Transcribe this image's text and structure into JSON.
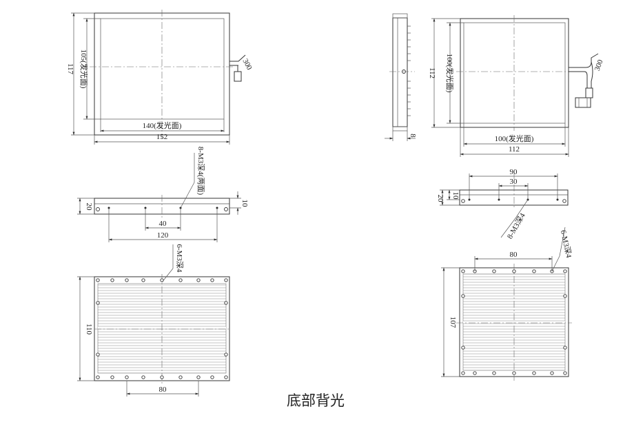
{
  "caption": "底部背光",
  "view_a_front": {
    "w_emit": "140(发光面)",
    "w_total": "152",
    "h_emit": "105(发光面)",
    "h_total": "117",
    "cable": "300"
  },
  "view_a_side": {
    "holes": "8-M3深4(两面)",
    "h": "20",
    "depth": "10",
    "pitch": "40",
    "span": "120"
  },
  "view_a_bottom": {
    "holes": "6-M3深4",
    "h": "110",
    "w": "80"
  },
  "view_b_front": {
    "w_emit": "100(发光面)",
    "w_total": "112",
    "h_emit": "100(发光面)",
    "h_total": "112",
    "cable": "300",
    "side_w": "8"
  },
  "view_b_side": {
    "span": "90",
    "pitch": "30",
    "h": "20",
    "depth": "10",
    "holes": "8-M3深4"
  },
  "view_b_bottom": {
    "holes": "6-M3深4",
    "w": "80",
    "h": "107"
  }
}
